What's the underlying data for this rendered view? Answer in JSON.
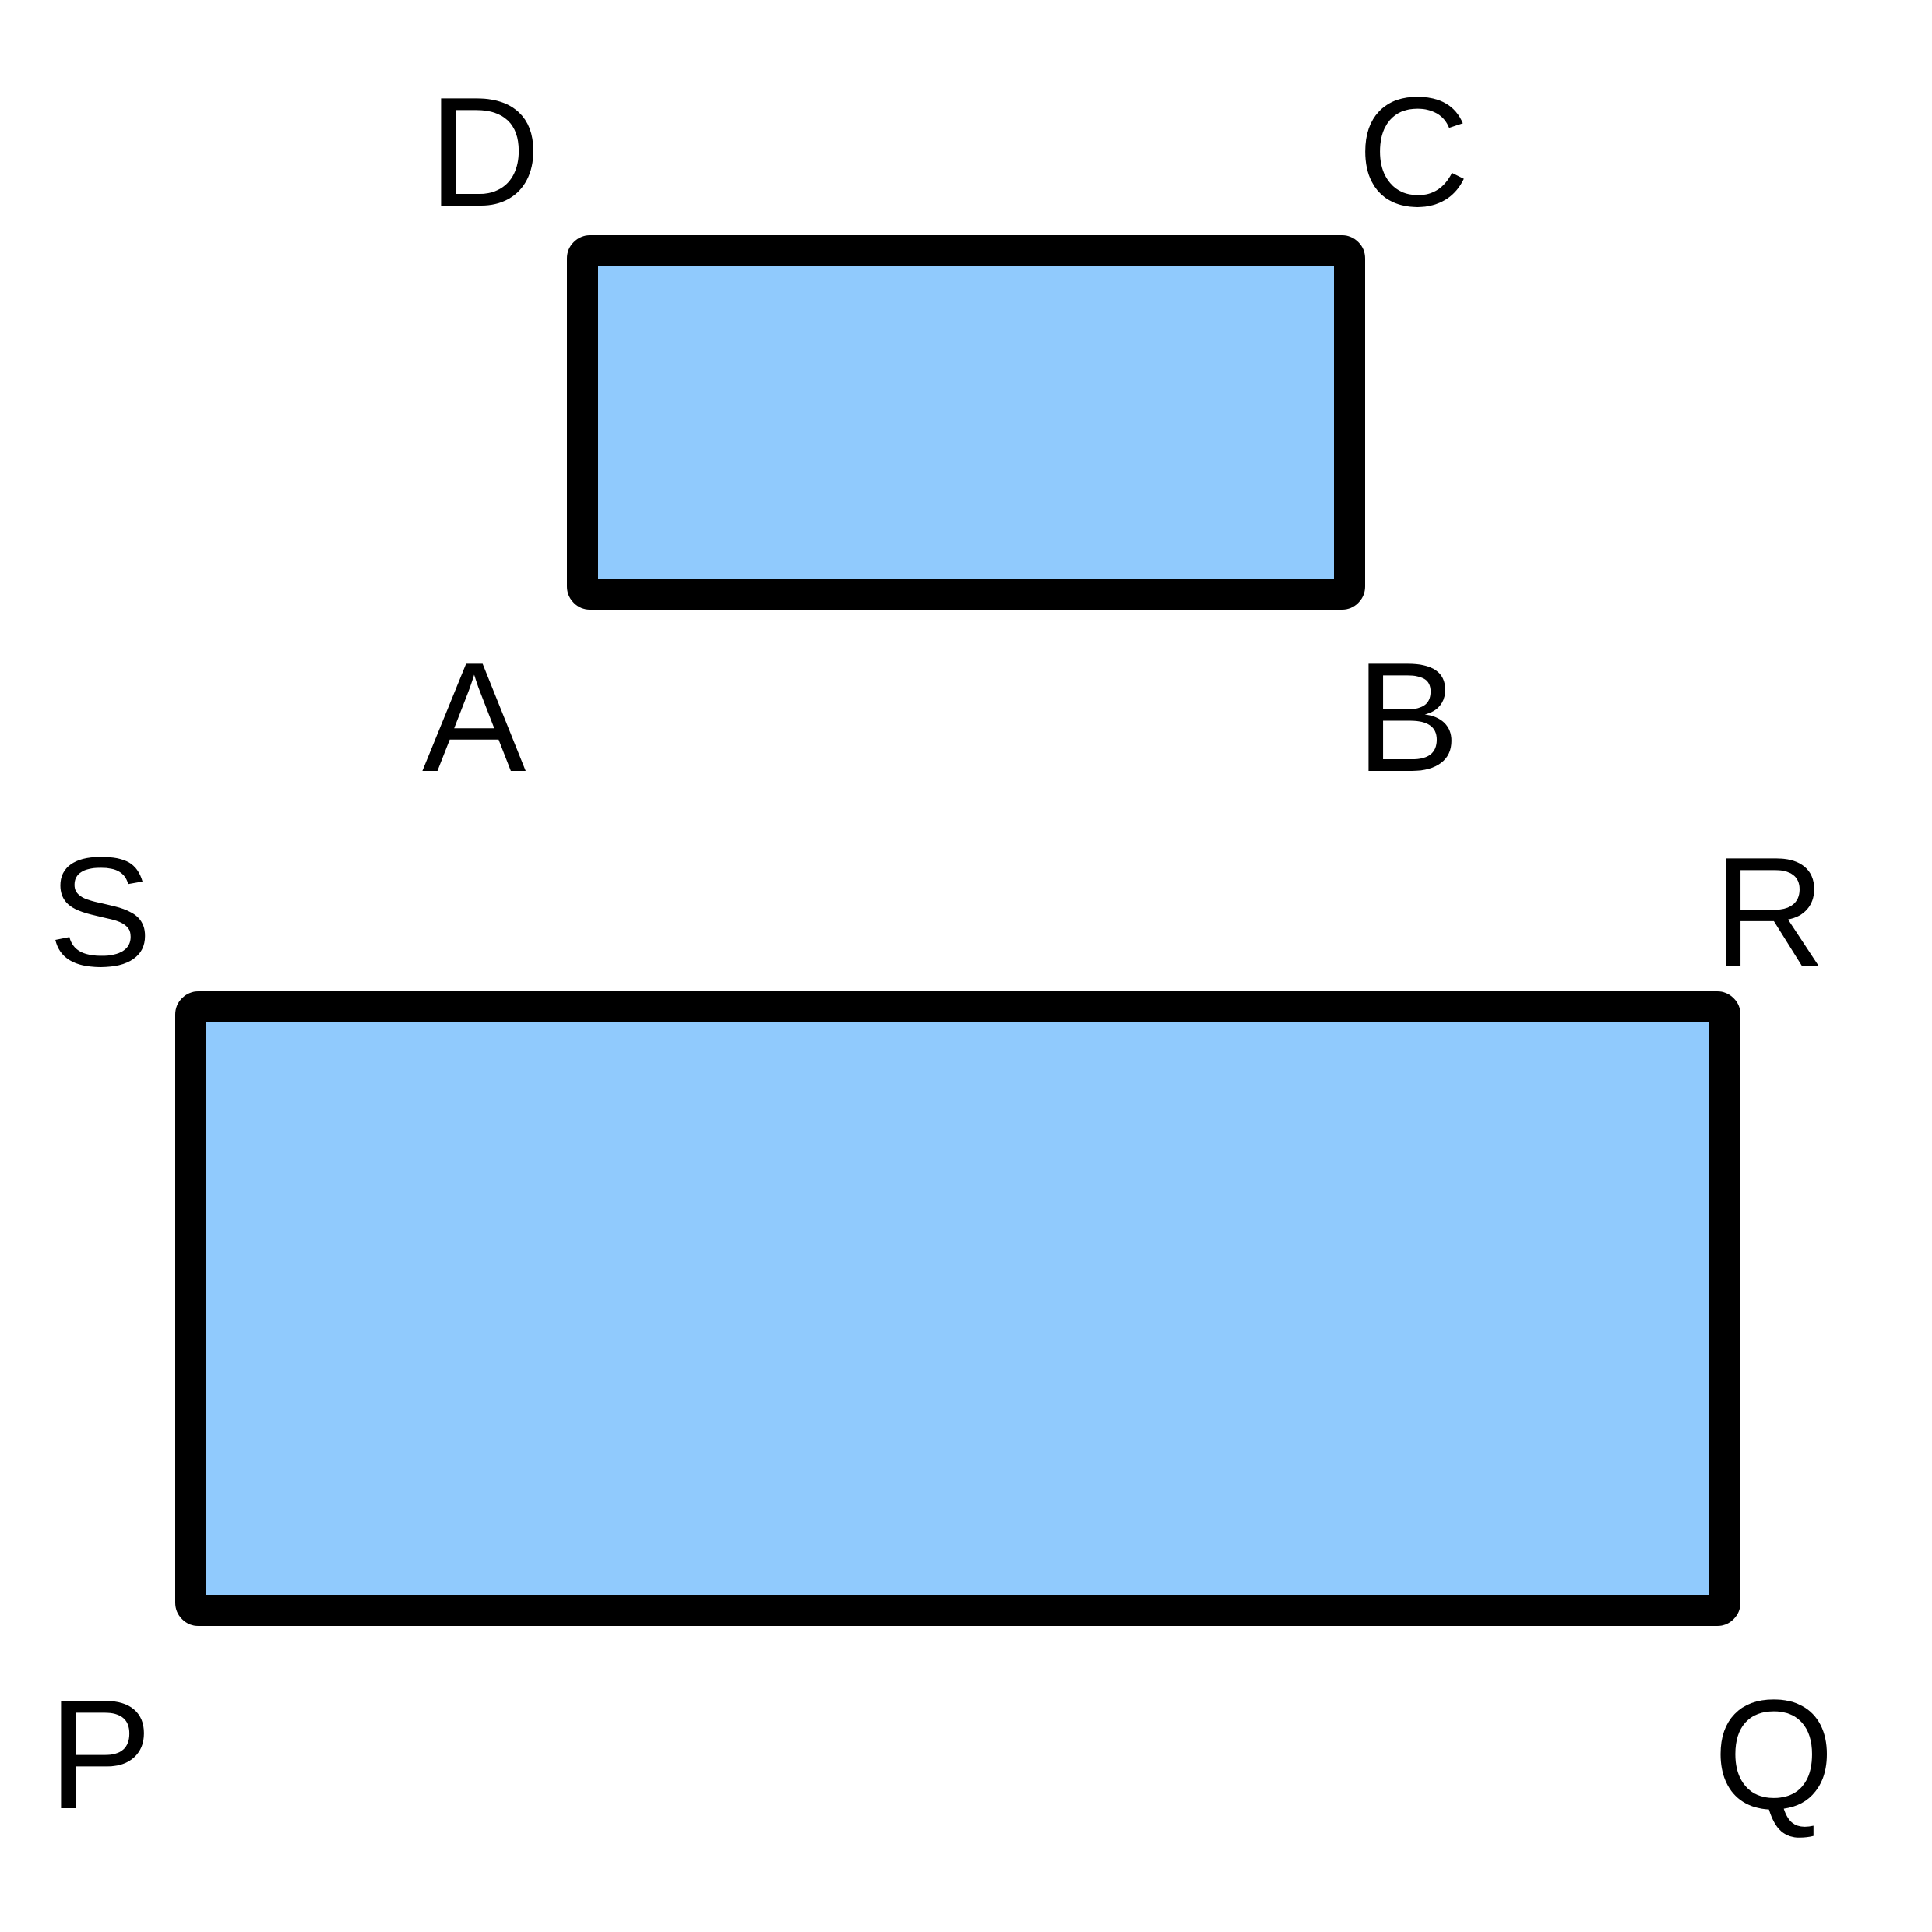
{
  "colors": {
    "fill": "#90CAFD",
    "stroke": "#000000",
    "background": "#FFFFFF"
  },
  "small_rectangle": {
    "vertices": {
      "a": "A",
      "b": "B",
      "c": "C",
      "d": "D"
    }
  },
  "large_rectangle": {
    "vertices": {
      "p": "P",
      "q": "Q",
      "r": "R",
      "s": "S"
    }
  }
}
